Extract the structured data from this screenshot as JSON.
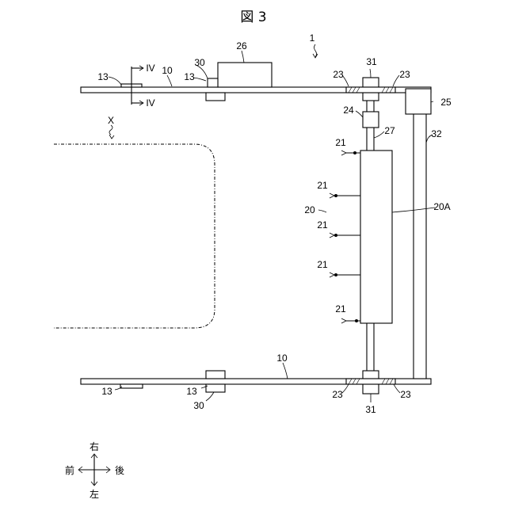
{
  "figure": {
    "title": "図 3"
  },
  "labels": {
    "l1": "1",
    "l10_top": "10",
    "l10_bottom": "10",
    "l13_tl": "13",
    "l13_tc": "13",
    "l13_bl": "13",
    "l13_bc": "13",
    "l20": "20",
    "l20A": "20A",
    "l21": "21",
    "l23": "23",
    "l24": "24",
    "l25": "25",
    "l26": "26",
    "l27": "27",
    "l30_top": "30",
    "l30_bottom": "30",
    "l31_top": "31",
    "l31_bottom": "31",
    "l32": "32",
    "lX": "X",
    "lIV": "IV"
  },
  "compass": {
    "right": "右",
    "left": "左",
    "front": "前",
    "rear": "後"
  }
}
